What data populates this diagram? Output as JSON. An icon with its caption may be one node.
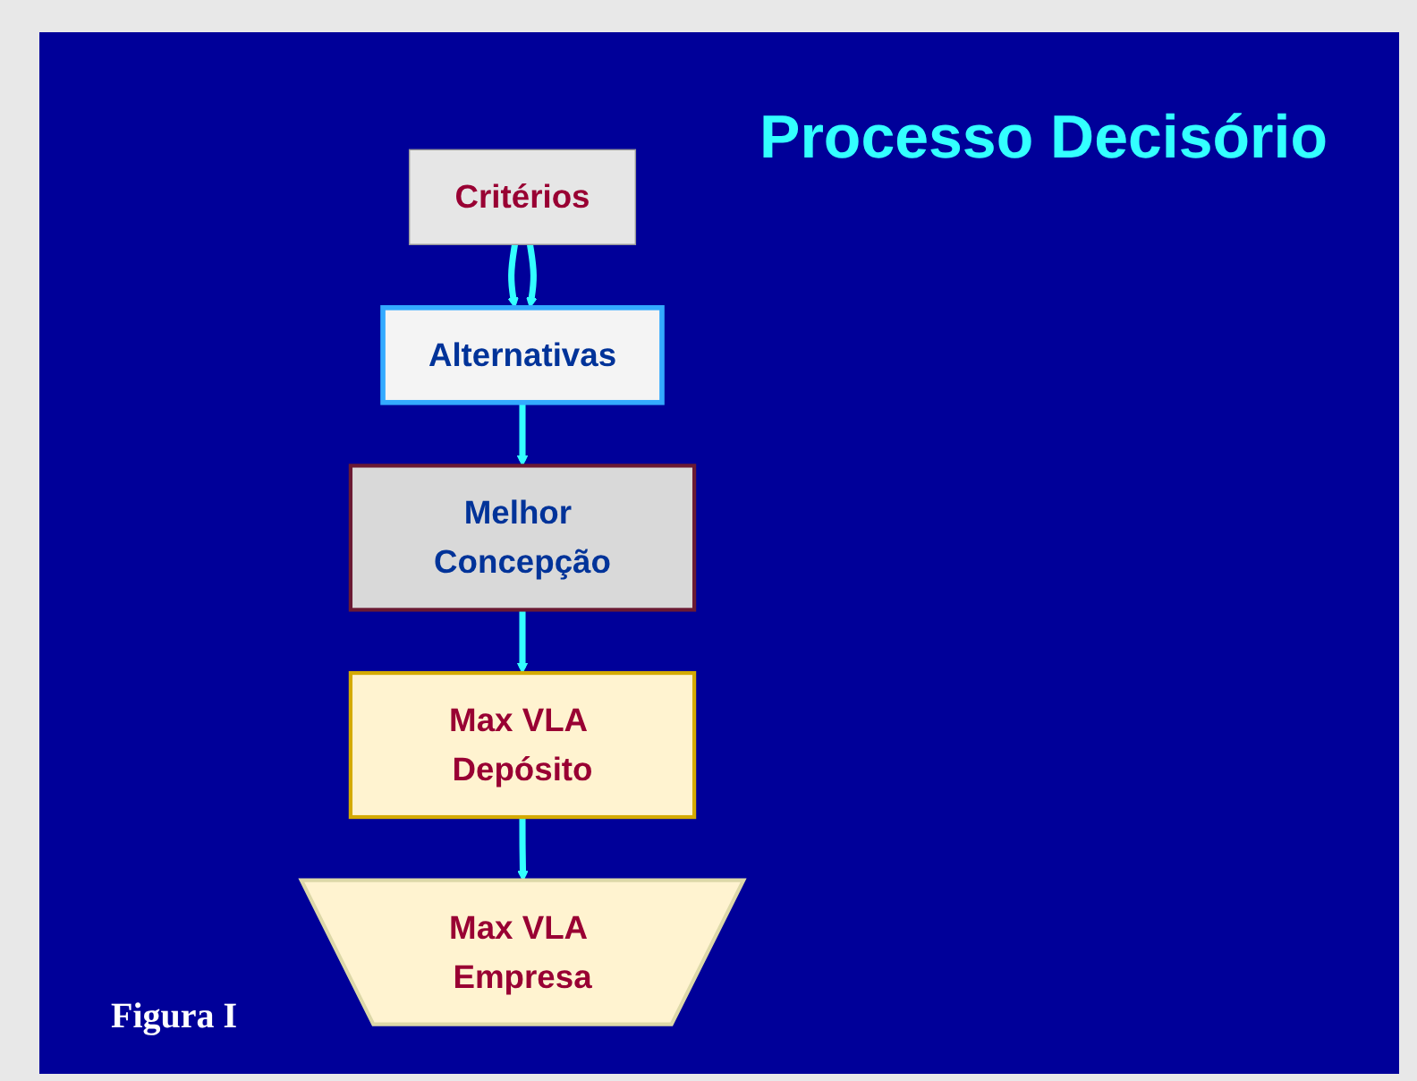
{
  "diagram": {
    "title": "Processo Decisório",
    "caption": "Figura I",
    "nodes": [
      {
        "text": [
          "Critérios"
        ]
      },
      {
        "text": [
          "Alternativas"
        ]
      },
      {
        "text": [
          "Melhor Concepção"
        ]
      },
      {
        "text": [
          "Max VLA Depósito"
        ]
      },
      {
        "text": [
          "Max VLA Empresa"
        ]
      }
    ],
    "edges": [
      {
        "from": 0,
        "to": 1,
        "arrow": "to"
      },
      {
        "from": 0,
        "to": 1,
        "arrow": "to"
      },
      {
        "from": 1,
        "to": 2,
        "arrow": "to"
      },
      {
        "from": 2,
        "to": 3,
        "arrow": "to"
      },
      {
        "from": 3,
        "to": 4,
        "arrow": "to"
      }
    ]
  }
}
